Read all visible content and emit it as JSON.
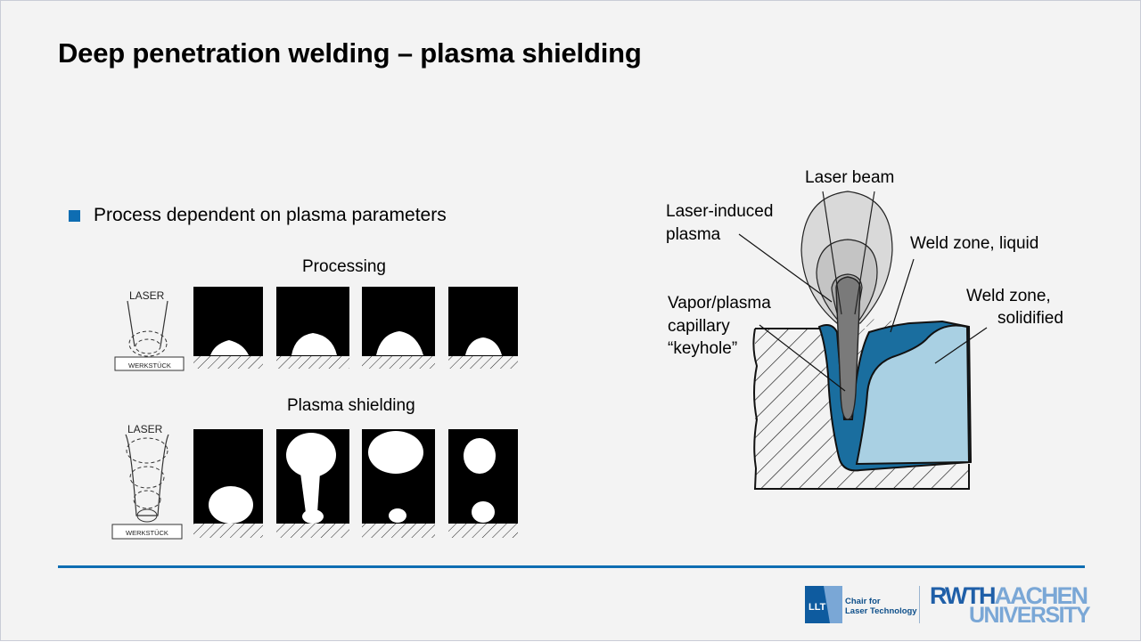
{
  "slide": {
    "title": "Deep penetration welding – plasma shielding",
    "bullet": "Process dependent on plasma parameters"
  },
  "left_figure": {
    "processing_label": "Processing",
    "shielding_label": "Plasma shielding",
    "laser_label": "LASER",
    "workpiece_label": "WERKSTÜCK"
  },
  "right_figure": {
    "laser_beam": "Laser beam",
    "plasma_line1": "Laser-induced",
    "plasma_line2": "plasma",
    "liquid": "Weld zone, liquid",
    "solid_line1": "Weld zone,",
    "solid_line2": "solidified",
    "keyhole_line1": "Vapor/plasma",
    "keyhole_line2": "capillary",
    "keyhole_line3": "“keyhole”"
  },
  "logos": {
    "llt_mark": "LLT",
    "llt_line1": "Chair for",
    "llt_line2": "Laser Technology",
    "rwth_a": "RWTH",
    "rwth_b": "AACHEN",
    "rwth_c": "UNIVERSITY"
  },
  "colors": {
    "accent": "#0e6db2",
    "liquid": "#1a6e9f",
    "solid": "#a9d0e3",
    "plasma_outer": "#d9d9d9",
    "plasma_mid": "#bdbdbd",
    "keyhole": "#7a7a7a"
  }
}
